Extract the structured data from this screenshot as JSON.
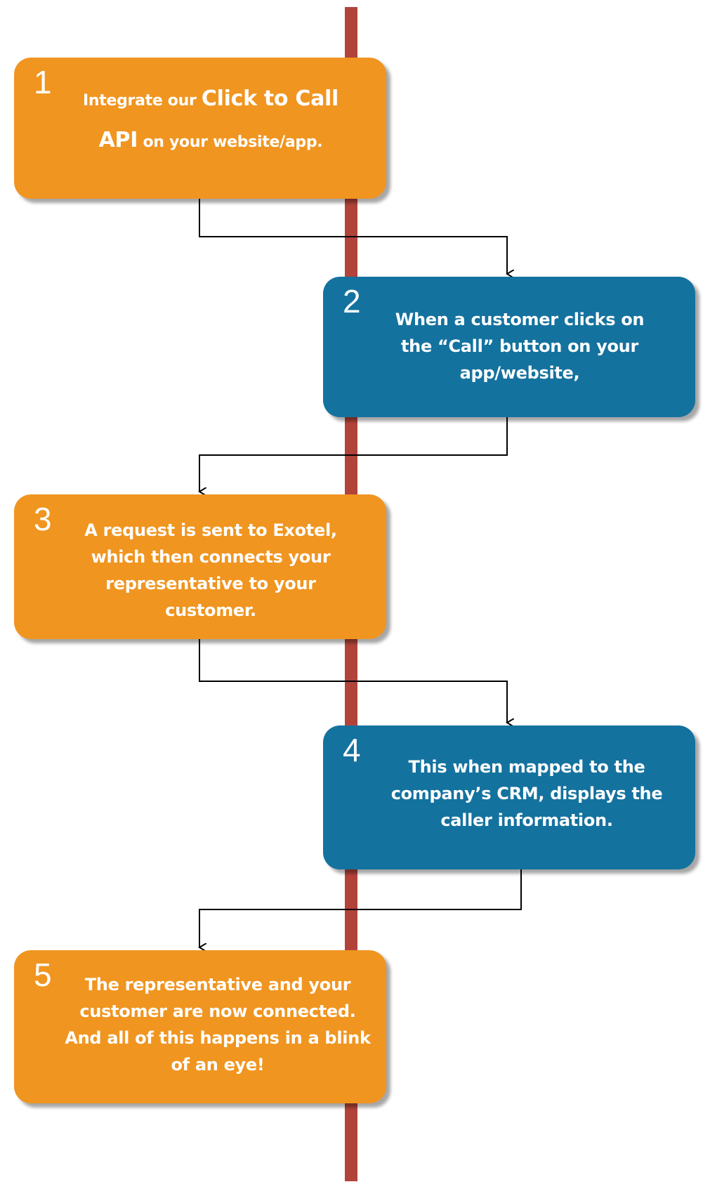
{
  "colors": {
    "orange": "#f09520",
    "blue": "#14729e",
    "timeline": "#b2433a",
    "text": "#ffffff"
  },
  "steps": [
    {
      "number": "1",
      "color": "orange",
      "lines": [
        {
          "part_a": "Integrate our ",
          "part_b": "Click to Call"
        },
        {
          "part_a": "API",
          "part_b": " on your website/app."
        }
      ]
    },
    {
      "number": "2",
      "color": "blue",
      "lines": [
        "When a customer clicks on",
        "the “Call” button on your",
        "app/website,"
      ]
    },
    {
      "number": "3",
      "color": "orange",
      "lines": [
        "A request is sent to Exotel,",
        "which then connects your",
        "representative to your",
        "customer."
      ]
    },
    {
      "number": "4",
      "color": "blue",
      "lines": [
        "This when mapped to the",
        "company’s CRM, displays  the",
        "caller information."
      ]
    },
    {
      "number": "5",
      "color": "orange",
      "lines": [
        "The representative and your",
        "customer are now connected.",
        "And all of this happens in a blink",
        "of an eye!"
      ]
    }
  ]
}
